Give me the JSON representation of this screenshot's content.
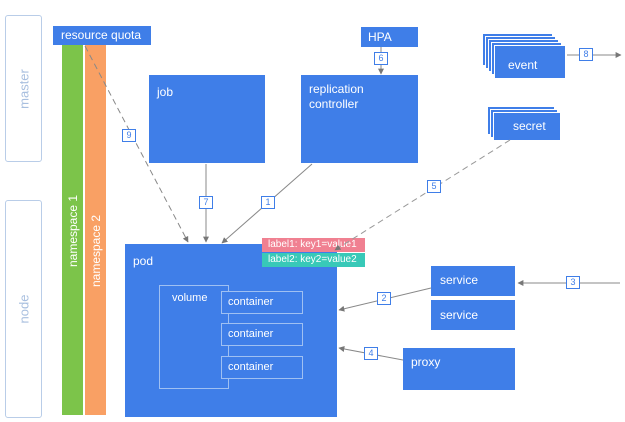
{
  "sidebar": {
    "master": "master",
    "node": "node"
  },
  "namespaces": {
    "ns1": "namespace 1",
    "ns2": "namespace 2"
  },
  "boxes": {
    "resource_quota": "resource quota",
    "hpa": "HPA",
    "job": "job",
    "replication_controller_line1": "replication",
    "replication_controller_line2": "controller",
    "event": "event",
    "secret": "secret",
    "pod": "pod",
    "volume": "volume",
    "containers": [
      "container",
      "container",
      "container"
    ],
    "service_1": "service",
    "service_2": "service",
    "proxy": "proxy"
  },
  "labels": {
    "label1": "label1: key1=value1",
    "label2": "label2: key2=value2"
  },
  "arrows": {
    "a1": "1",
    "a2": "2",
    "a3": "3",
    "a4": "4",
    "a5": "5",
    "a6": "6",
    "a7": "7",
    "a8": "8",
    "a9": "9"
  },
  "colors": {
    "primary_blue": "#3f7ee8",
    "namespace1_green": "#7cc44a",
    "namespace2_orange": "#f9a064",
    "label1_pink": "#f08091",
    "label2_teal": "#38c9b8"
  }
}
